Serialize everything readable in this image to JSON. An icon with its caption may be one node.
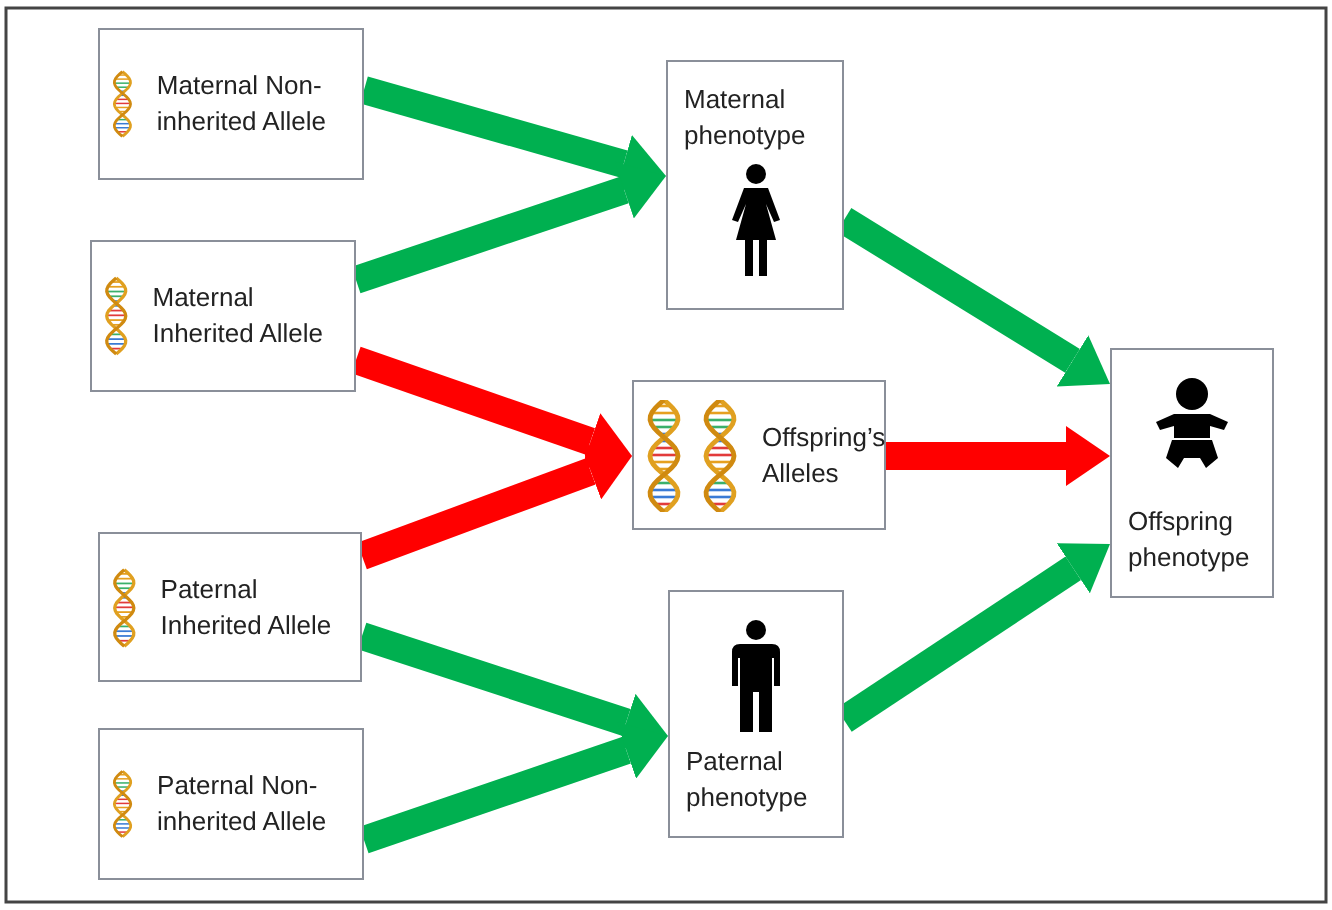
{
  "diagram": {
    "nodes": [
      {
        "text": [
          "Maternal Non-inherited Allele"
        ]
      },
      {
        "text": [
          "Maternal Inherited Allele"
        ]
      },
      {
        "text": [
          "Offspring’s Alleles"
        ]
      },
      {
        "text": [
          "Paternal Inherited Allele"
        ]
      },
      {
        "text": [
          "Paternal Non-inherited Allele"
        ]
      },
      {
        "text": [
          "Maternal phenotype"
        ]
      },
      {
        "text": [
          "Paternal phenotype"
        ]
      },
      {
        "text": [
          "Offspring phenotype"
        ]
      }
    ],
    "edges": [
      {
        "from": 0,
        "to": 5,
        "arrow": "to"
      },
      {
        "from": 1,
        "to": 5,
        "arrow": "to"
      },
      {
        "from": 1,
        "to": 2,
        "arrow": "to",
        "color": "#ff0000"
      },
      {
        "from": 3,
        "to": 2,
        "arrow": "to",
        "color": "#ff0000"
      },
      {
        "from": 3,
        "to": 6,
        "arrow": "to"
      },
      {
        "from": 4,
        "to": 6,
        "arrow": "to"
      },
      {
        "from": 5,
        "to": 7,
        "arrow": "to"
      },
      {
        "from": 2,
        "to": 7,
        "arrow": "to",
        "color": "#ff0000"
      },
      {
        "from": 6,
        "to": 7,
        "arrow": "to"
      }
    ]
  }
}
